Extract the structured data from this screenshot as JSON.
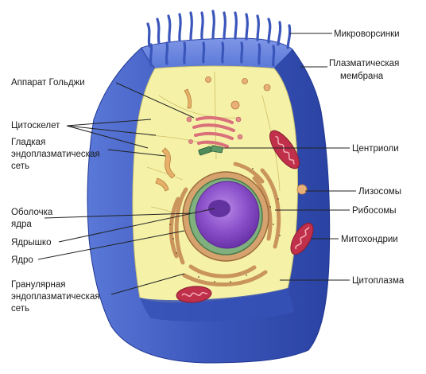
{
  "labels": {
    "microvilli": "Микроворсинки",
    "plasma_membrane_1": "Плазматическая",
    "plasma_membrane_2": "мембрана",
    "golgi": "Аппарат Гольджи",
    "cytoskeleton": "Цитоскелет",
    "smooth_er_1": "Гладкая",
    "smooth_er_2": "эндоплазматическая",
    "smooth_er_3": "сеть",
    "centrioles": "Центриоли",
    "lysosomes": "Лизосомы",
    "nuclear_envelope_1": "Оболочка",
    "nuclear_envelope_2": "ядра",
    "ribosomes": "Рибосомы",
    "nucleolus": "Ядрышко",
    "mitochondria": "Митохондрии",
    "nucleus": "Ядро",
    "rough_er_1": "Гранулярная",
    "rough_er_2": "эндоплазматическая",
    "rough_er_3": "сеть",
    "cytoplasm": "Цитоплазма"
  },
  "colors": {
    "membrane": "#4a63c4",
    "cytoplasm": "#f5f2a8",
    "nucleus": "#8a4fc9",
    "mitochondria": "#c0304a",
    "golgi": "#d9707a",
    "lysosome": "#e0a060",
    "leader_lines": "#222222"
  }
}
